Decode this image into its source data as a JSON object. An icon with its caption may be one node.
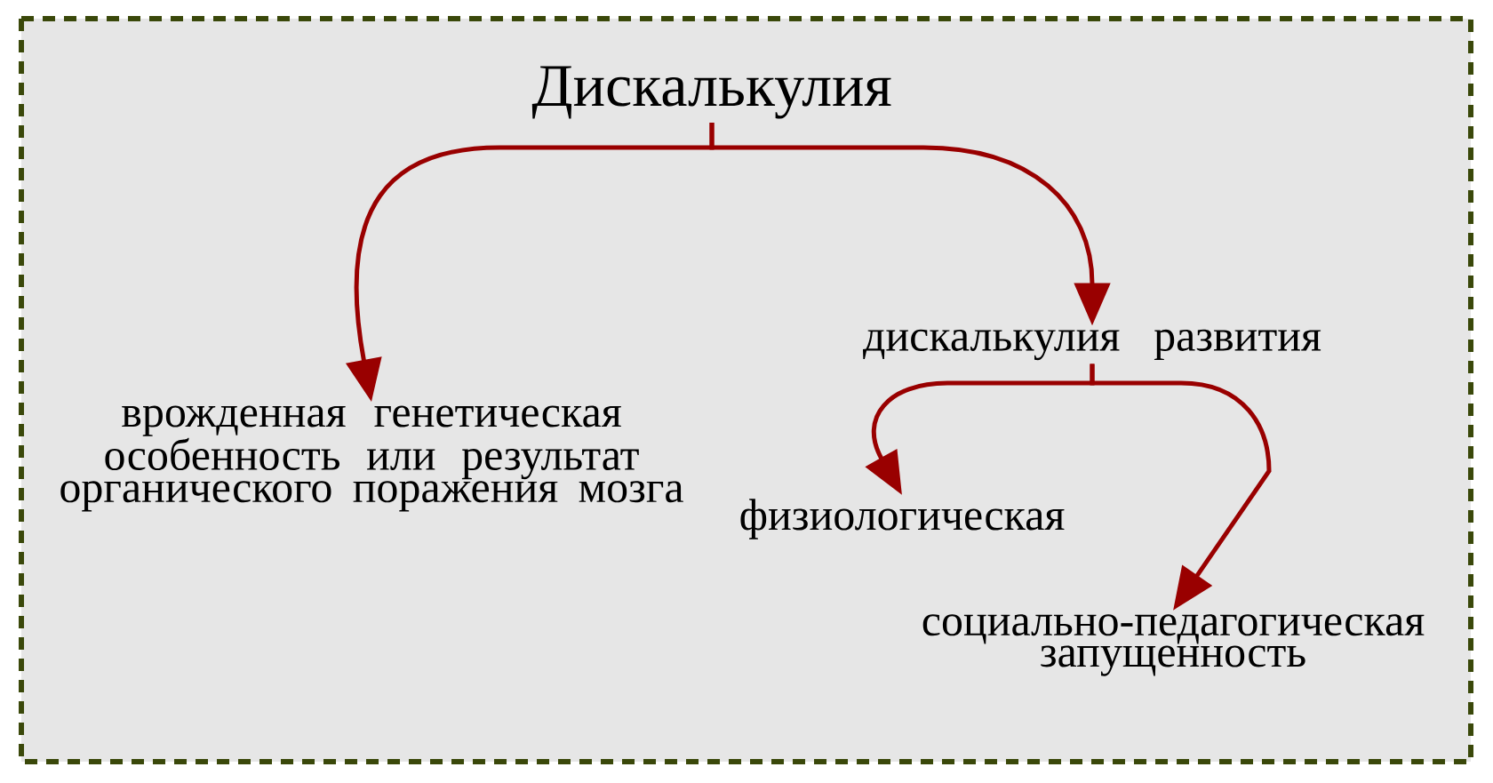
{
  "diagram": {
    "nodes": [
      {
        "text": [
          "Дискалькулия"
        ]
      },
      {
        "text": [
          "врожденная генетическая особенность или результат органического поражения мозга"
        ]
      },
      {
        "text": [
          "дискалькулия развития"
        ]
      },
      {
        "text": [
          "физиологическая"
        ]
      },
      {
        "text": [
          "социально-педагогическая запущенность"
        ]
      }
    ],
    "edges": [
      {
        "from": 0,
        "to": 1,
        "arrow": "to"
      },
      {
        "from": 0,
        "to": 2,
        "arrow": "to"
      },
      {
        "from": 2,
        "to": 3,
        "arrow": "to"
      },
      {
        "from": 2,
        "to": 4,
        "arrow": "to"
      }
    ]
  }
}
